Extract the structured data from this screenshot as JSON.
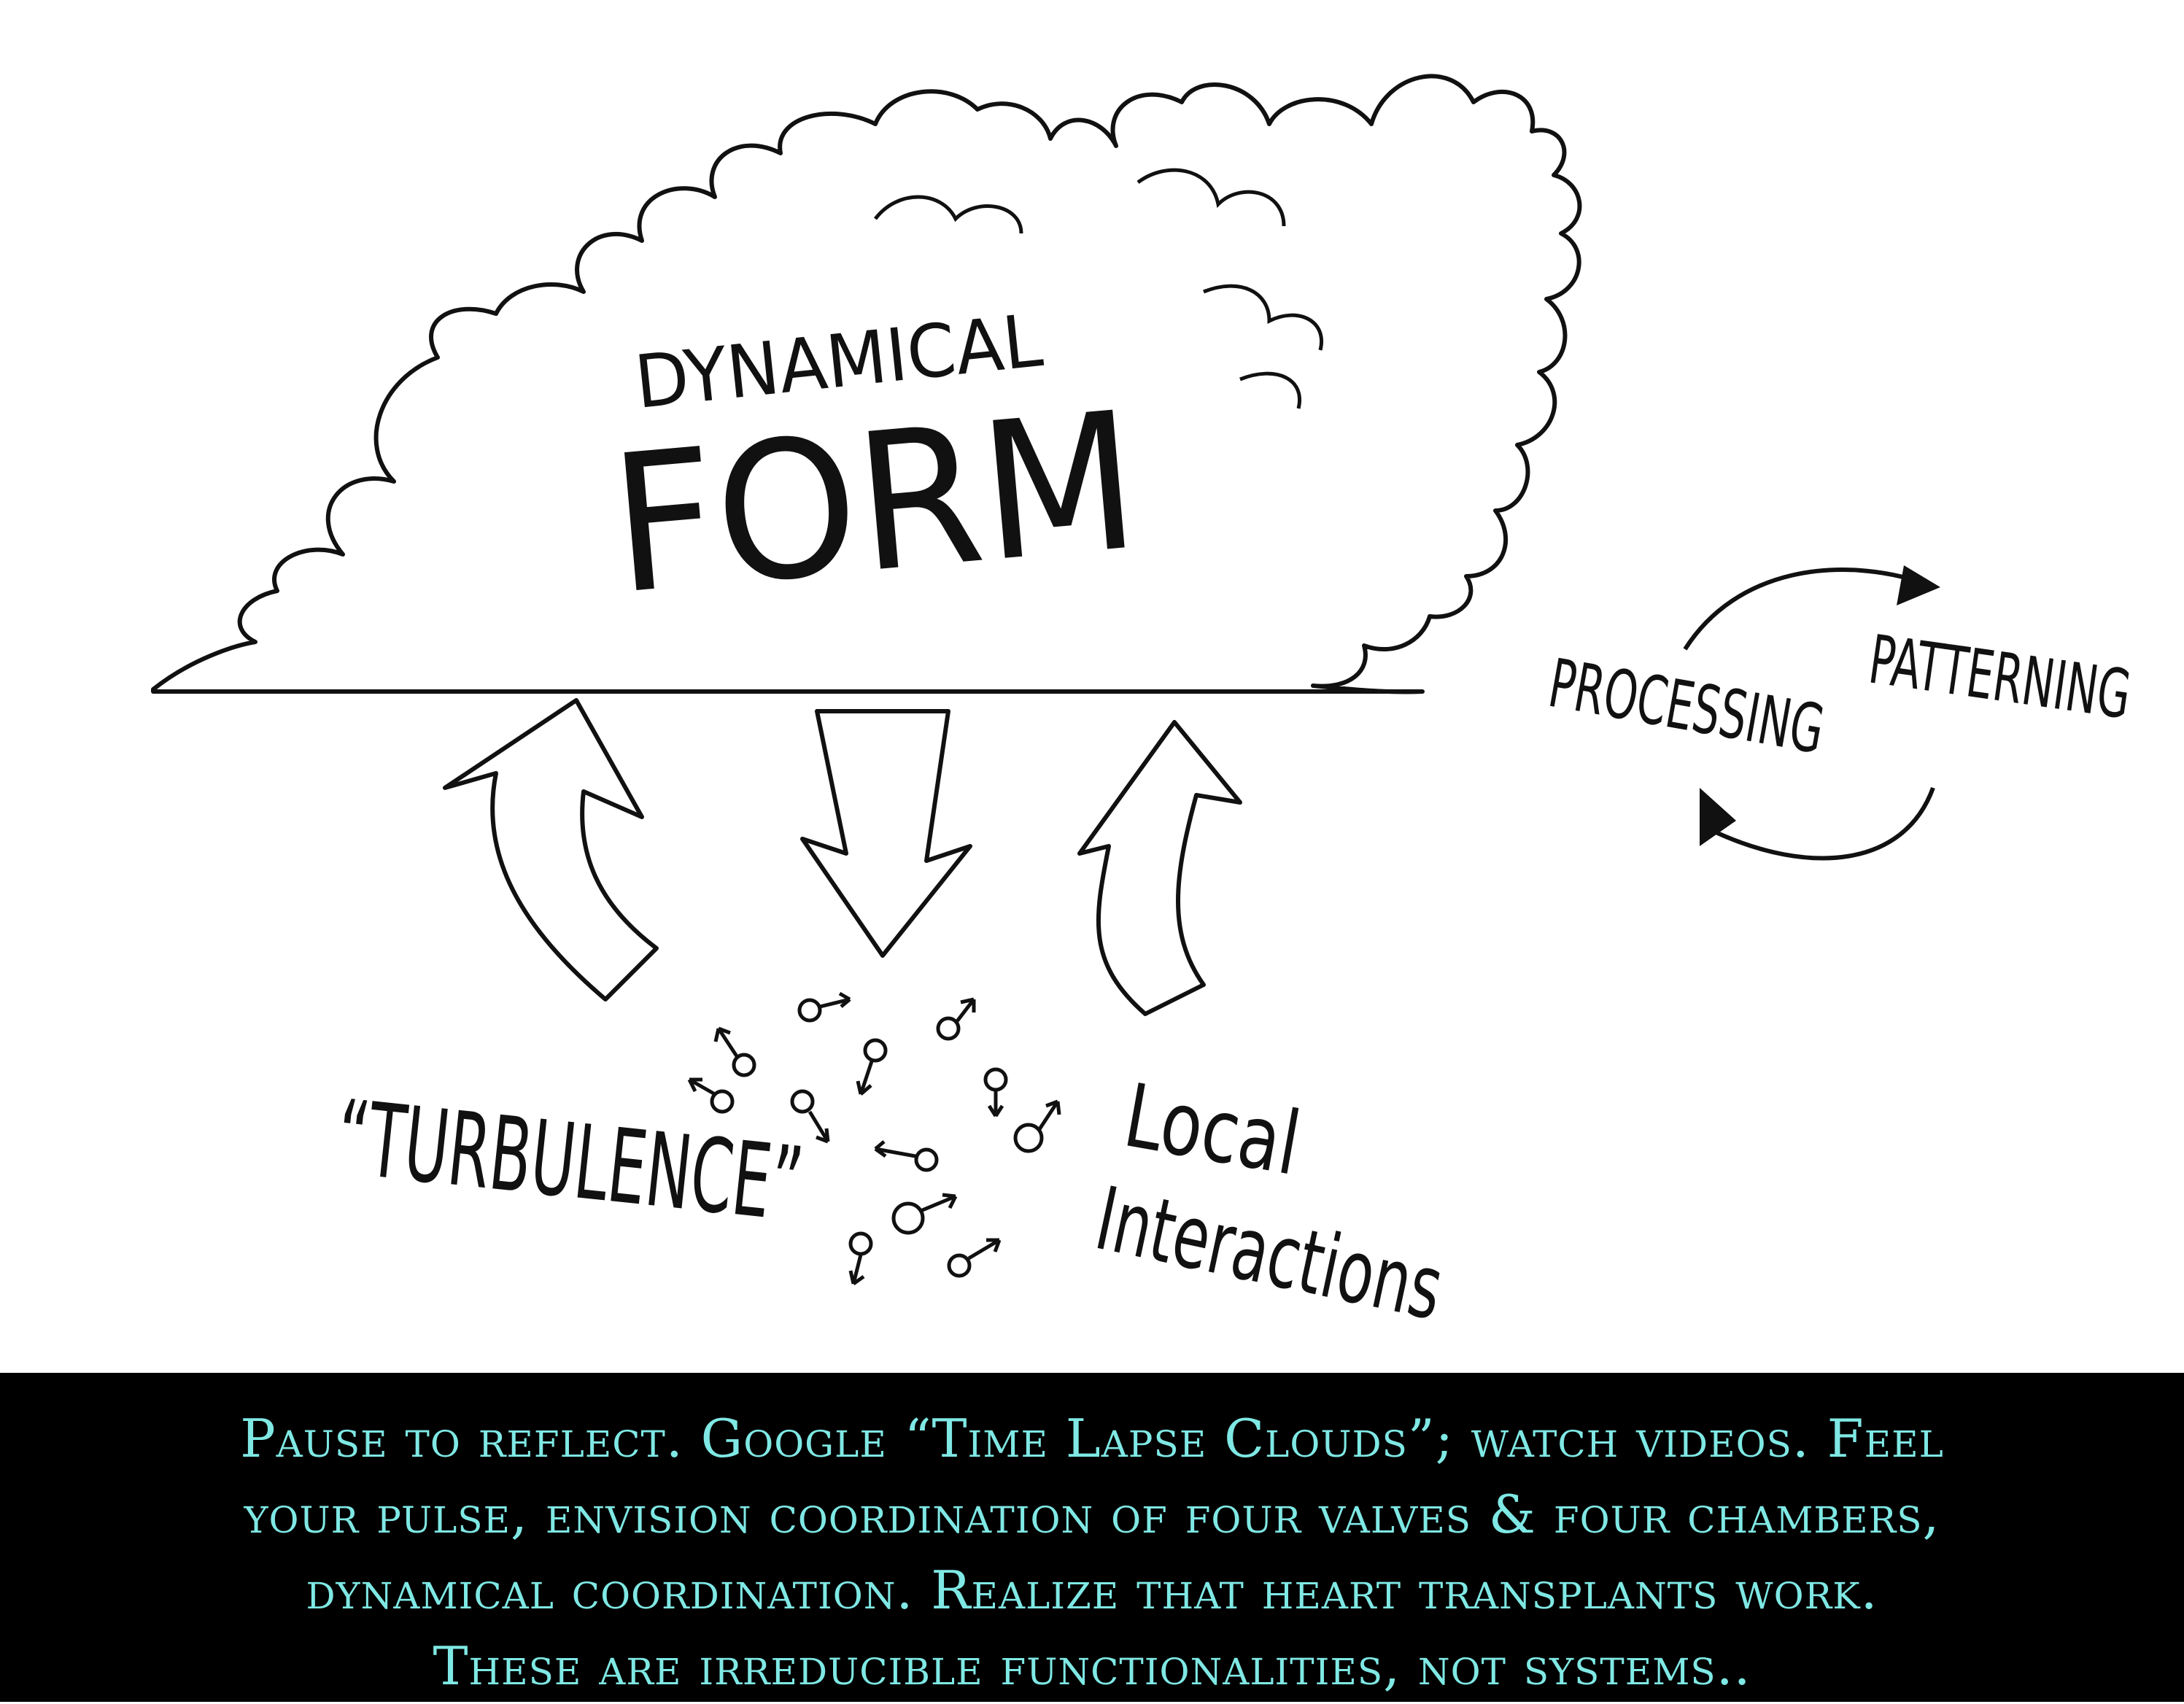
{
  "diagram": {
    "cloud_title_small": "DYNAMICAL",
    "cloud_title_large": "FORM",
    "label_left": "“TURBULENCE”",
    "label_right_line1": "Local",
    "label_right_line2": "Interactions",
    "cycle_left": "PROCESSING",
    "cycle_right": "PATTERNING"
  },
  "caption": {
    "line1": "Pause to reflect. Google “Time Lapse Clouds”; watch videos.  Feel",
    "line2": "your pulse, envision coordination of four valves & four chambers,",
    "line3": "dynamical coordination. Realize that heart transplants work.",
    "line4": "These are irreducible functionalities, not systems.."
  },
  "colors": {
    "caption_text": "#7fe8e4",
    "caption_bg": "#000000",
    "ink": "#111111"
  }
}
